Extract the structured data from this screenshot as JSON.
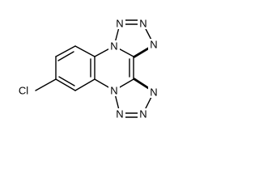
{
  "molecule": {
    "atoms": {
      "N1": "N",
      "N2": "N",
      "N3": "N",
      "N4": "N",
      "N5": "N",
      "N6": "N",
      "N7": "N",
      "N8": "N",
      "Cl": "Cl"
    },
    "colors": {
      "ink": "#000000",
      "background": "#ffffff"
    }
  }
}
